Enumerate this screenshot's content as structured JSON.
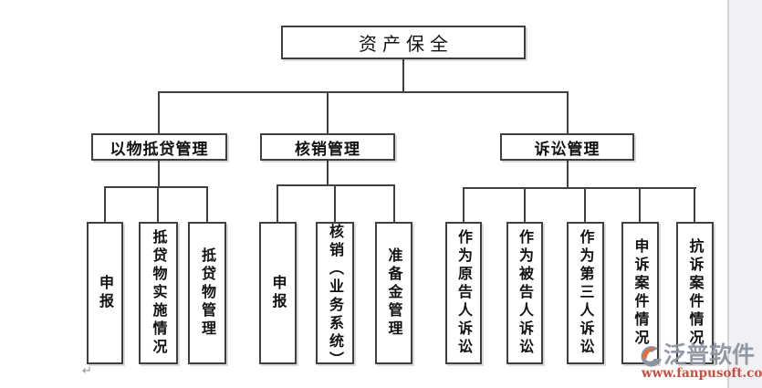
{
  "document": {
    "paragraph_mark": "↵"
  },
  "diagram": {
    "root": {
      "label": "资产保全"
    },
    "branches": [
      {
        "label": "以物抵贷管理",
        "children": [
          {
            "label": "申报"
          },
          {
            "label": "抵贷物实施情况"
          },
          {
            "label": "抵贷物管理"
          }
        ]
      },
      {
        "label": "核销管理",
        "children": [
          {
            "label": "申报"
          },
          {
            "label": "核销（业务系统）"
          },
          {
            "label": "准备金管理"
          }
        ]
      },
      {
        "label": "诉讼管理",
        "children": [
          {
            "label": "作为原告人诉讼"
          },
          {
            "label": "作为被告人诉讼"
          },
          {
            "label": "作为第三人诉讼"
          },
          {
            "label": "申诉案件情况"
          },
          {
            "label": "抗诉案件情况"
          }
        ]
      }
    ]
  },
  "watermark": {
    "brand": "泛普软件",
    "url": "www.fanpusoft.com",
    "colors": {
      "brand_text": "#8b919e",
      "url_text": "#c94535",
      "logo_orange": "#e2703a",
      "logo_gray": "#8a93a0"
    }
  },
  "colors": {
    "line": "#3f3f3f",
    "box_background": "#ffffff",
    "text": "#111111",
    "page_margin": "#f1f0f4"
  }
}
